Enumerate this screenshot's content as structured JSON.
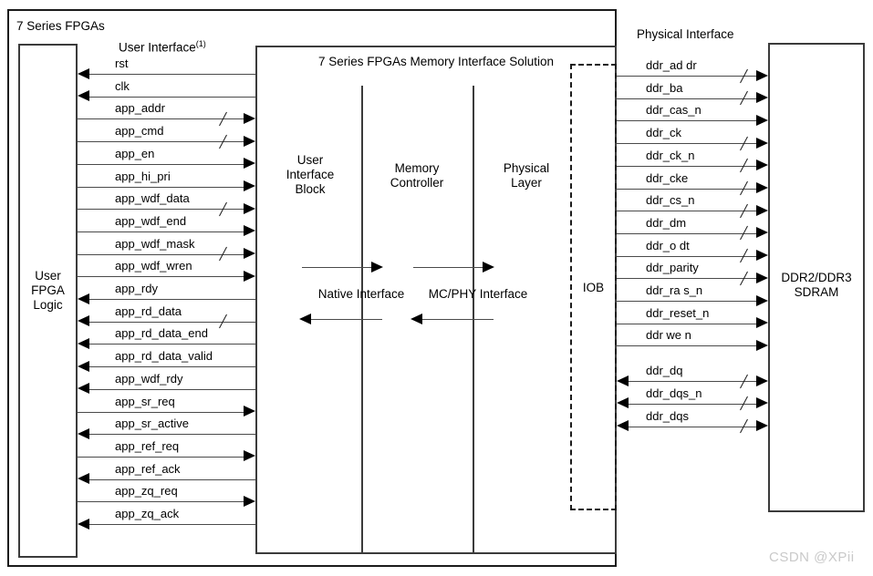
{
  "figure": {
    "outer_box_label": "7 Series FPGAs",
    "watermark": "CSDN @XPii"
  },
  "left_block": {
    "lines": [
      "User",
      "FPGA",
      "Logic"
    ]
  },
  "center_block": {
    "title": "7 Series FPGAs Memory Interface Solution",
    "columns": [
      {
        "name": "user-interface-block",
        "lines": [
          "User",
          "Interface",
          "Block"
        ]
      },
      {
        "name": "memory-controller",
        "lines": [
          "Memory",
          "Controller"
        ]
      },
      {
        "name": "physical-layer",
        "lines": [
          "Physical",
          "Layer"
        ]
      }
    ],
    "interface_labels": [
      "Native Interface",
      "MC/PHY Interface"
    ],
    "iob_label": "IOB"
  },
  "right_block": {
    "lines": [
      "DDR2/DDR3",
      "SDRAM"
    ]
  },
  "user_interface": {
    "heading": "User Interface",
    "heading_footnote": "(1)",
    "signals": [
      {
        "label": "rst",
        "dir": "left",
        "bus": false
      },
      {
        "label": "clk",
        "dir": "left",
        "bus": false
      },
      {
        "label": "app_addr",
        "dir": "right",
        "bus": true
      },
      {
        "label": "app_cmd",
        "dir": "right",
        "bus": true
      },
      {
        "label": "app_en",
        "dir": "right",
        "bus": false
      },
      {
        "label": "app_hi_pri",
        "dir": "right",
        "bus": false
      },
      {
        "label": "app_wdf_data",
        "dir": "right",
        "bus": true
      },
      {
        "label": "app_wdf_end",
        "dir": "right",
        "bus": false
      },
      {
        "label": "app_wdf_mask",
        "dir": "right",
        "bus": true
      },
      {
        "label": "app_wdf_wren",
        "dir": "right",
        "bus": false
      },
      {
        "label": "app_rdy",
        "dir": "left",
        "bus": false
      },
      {
        "label": "app_rd_data",
        "dir": "left",
        "bus": true
      },
      {
        "label": "app_rd_data_end",
        "dir": "left",
        "bus": false
      },
      {
        "label": "app_rd_data_valid",
        "dir": "left",
        "bus": false
      },
      {
        "label": "app_wdf_rdy",
        "dir": "left",
        "bus": false
      },
      {
        "label": "app_sr_req",
        "dir": "right",
        "bus": false
      },
      {
        "label": "app_sr_active",
        "dir": "left",
        "bus": false
      },
      {
        "label": "app_ref_req",
        "dir": "right",
        "bus": false
      },
      {
        "label": "app_ref_ack",
        "dir": "left",
        "bus": false
      },
      {
        "label": "app_zq_req",
        "dir": "right",
        "bus": false
      },
      {
        "label": "app_zq_ack",
        "dir": "left",
        "bus": false
      }
    ]
  },
  "physical_interface": {
    "heading": "Physical Interface",
    "signals": [
      {
        "label": "ddr_ad dr",
        "dir": "right",
        "bus": true,
        "gap_before": false
      },
      {
        "label": "ddr_ba",
        "dir": "right",
        "bus": true,
        "gap_before": false
      },
      {
        "label": "ddr_cas_n",
        "dir": "right",
        "bus": false,
        "gap_before": false
      },
      {
        "label": "ddr_ck",
        "dir": "right",
        "bus": true,
        "gap_before": false
      },
      {
        "label": "ddr_ck_n",
        "dir": "right",
        "bus": true,
        "gap_before": false
      },
      {
        "label": "ddr_cke",
        "dir": "right",
        "bus": true,
        "gap_before": false
      },
      {
        "label": "ddr_cs_n",
        "dir": "right",
        "bus": true,
        "gap_before": false
      },
      {
        "label": "ddr_dm",
        "dir": "right",
        "bus": true,
        "gap_before": false
      },
      {
        "label": "ddr_o dt",
        "dir": "right",
        "bus": true,
        "gap_before": false
      },
      {
        "label": "ddr_parity",
        "dir": "right",
        "bus": true,
        "gap_before": false
      },
      {
        "label": "ddr_ra s_n",
        "dir": "right",
        "bus": false,
        "gap_before": false
      },
      {
        "label": "ddr_reset_n",
        "dir": "right",
        "bus": false,
        "gap_before": false
      },
      {
        "label": "ddr we n",
        "dir": "right",
        "bus": false,
        "gap_before": false
      },
      {
        "label": "ddr_dq",
        "dir": "both",
        "bus": true,
        "gap_before": true
      },
      {
        "label": "ddr_dqs_n",
        "dir": "both",
        "bus": true,
        "gap_before": false
      },
      {
        "label": "ddr_dqs",
        "dir": "both",
        "bus": true,
        "gap_before": false
      }
    ]
  }
}
